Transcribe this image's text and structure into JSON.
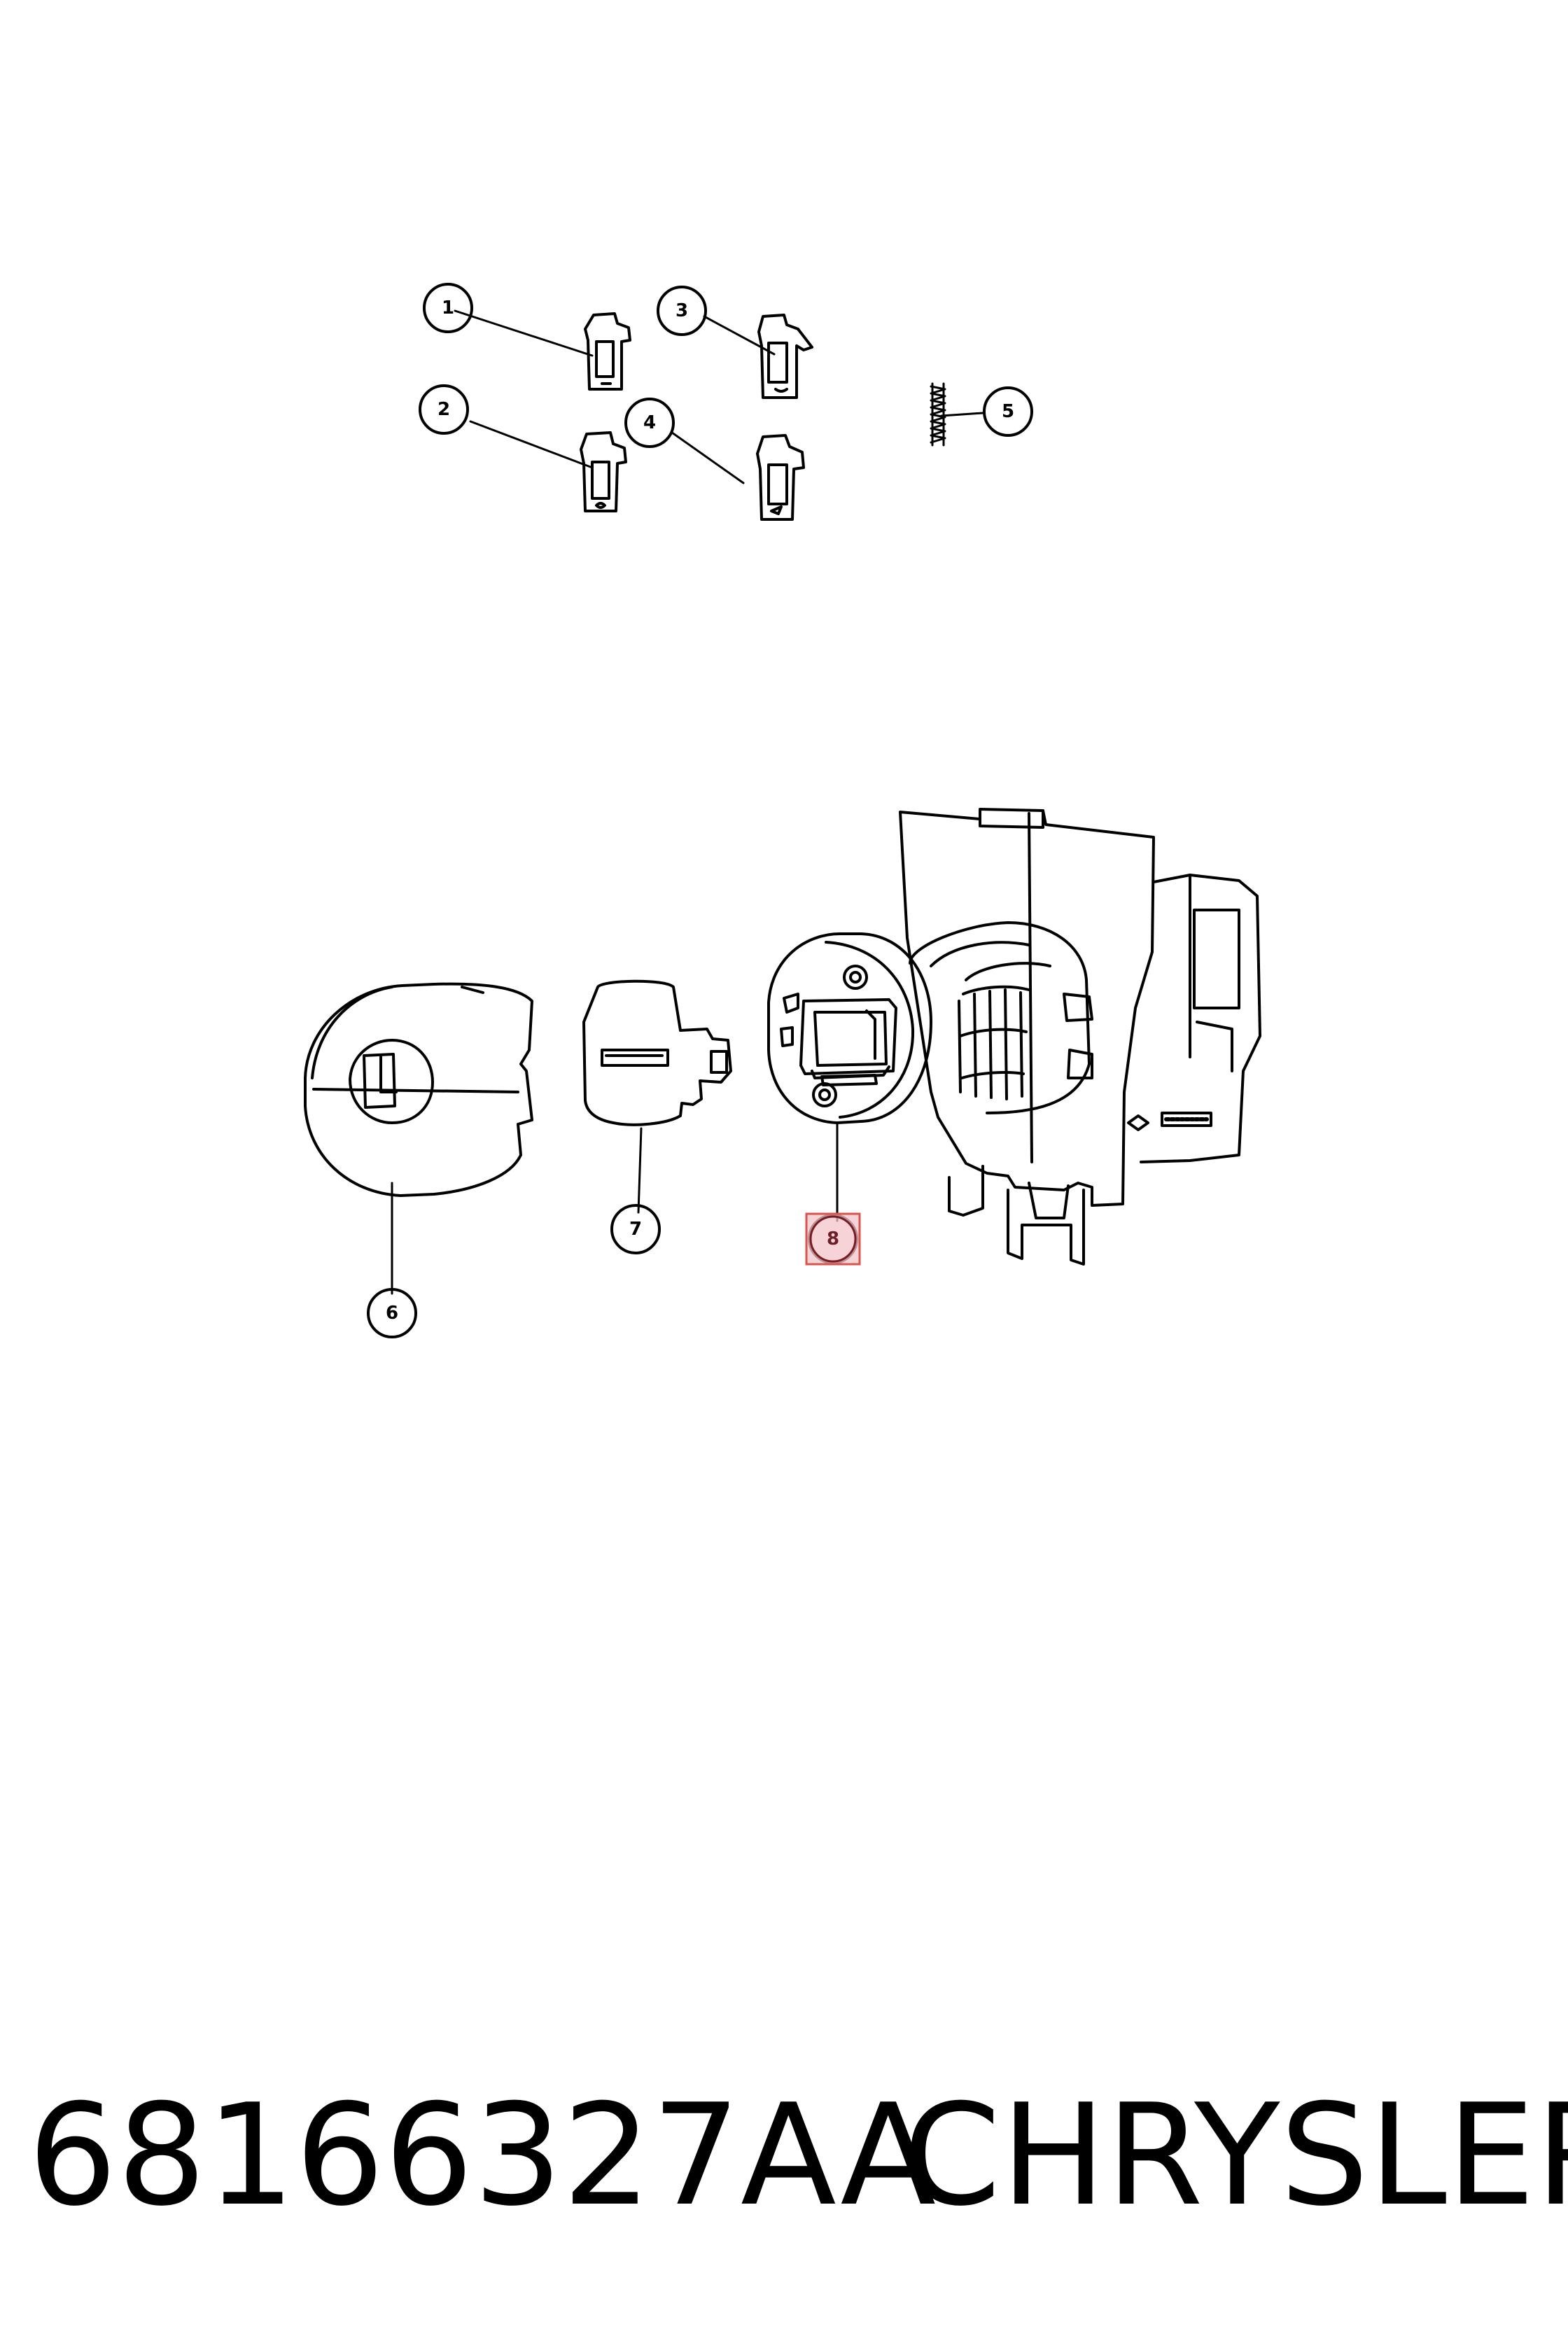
{
  "callouts": [
    {
      "id": "1",
      "label": "1"
    },
    {
      "id": "2",
      "label": "2"
    },
    {
      "id": "3",
      "label": "3"
    },
    {
      "id": "4",
      "label": "4"
    },
    {
      "id": "5",
      "label": "5"
    },
    {
      "id": "6",
      "label": "6"
    },
    {
      "id": "7",
      "label": "7"
    },
    {
      "id": "8",
      "label": "8",
      "highlighted": true
    }
  ],
  "highlight_color": "#f3c4c8",
  "highlight_border": "#d9534f",
  "footer": {
    "part_number": "68166327AA",
    "brand": "CHRYSLER"
  }
}
